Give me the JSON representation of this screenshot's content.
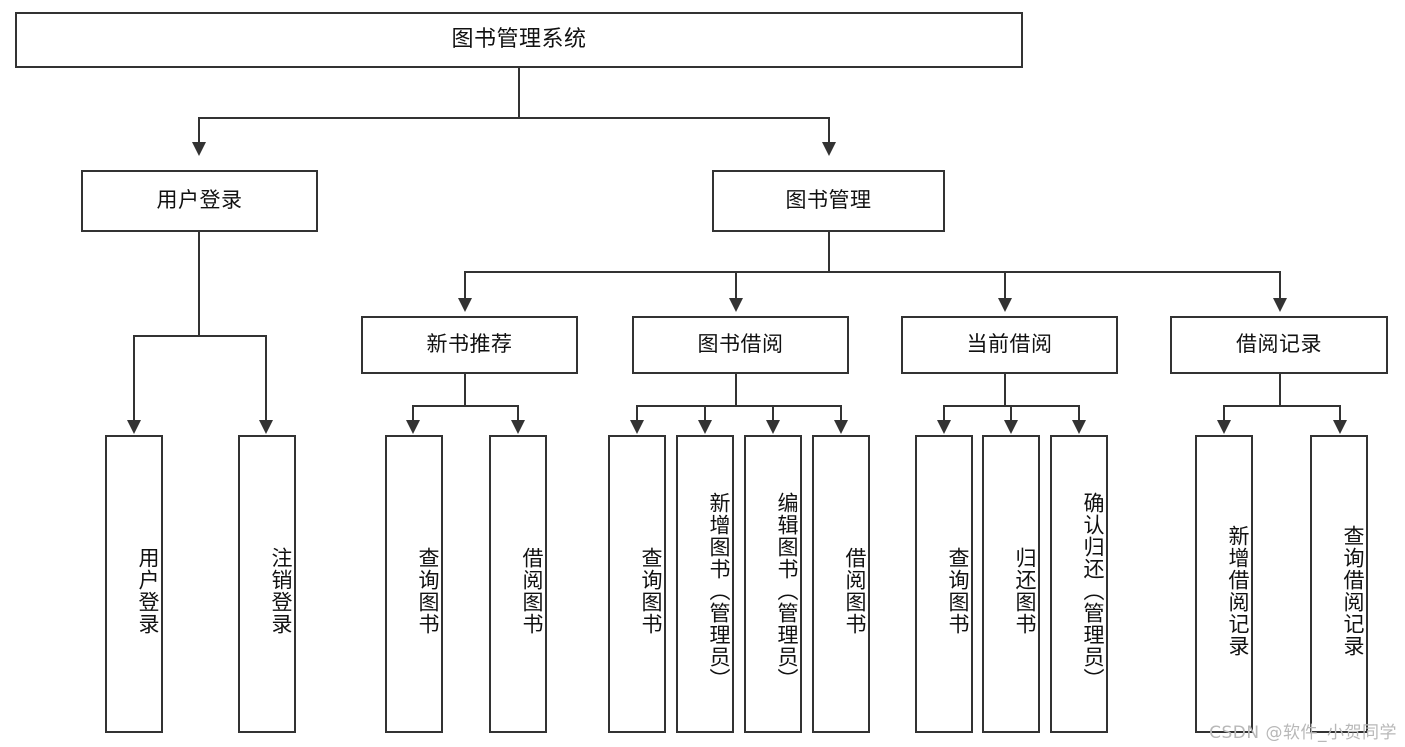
{
  "diagram": {
    "title": "图书管理系统",
    "type": "tree-hierarchy-chart",
    "root": {
      "label": "图书管理系统"
    },
    "level2": [
      {
        "label": "用户登录"
      },
      {
        "label": "图书管理"
      }
    ],
    "level3": [
      {
        "label": "新书推荐"
      },
      {
        "label": "图书借阅"
      },
      {
        "label": "当前借阅"
      },
      {
        "label": "借阅记录"
      }
    ],
    "leaves": {
      "user_login": [
        {
          "label": "用户登录"
        },
        {
          "label": "注销登录"
        }
      ],
      "new_book_recommend": [
        {
          "label": "查询图书"
        },
        {
          "label": "借阅图书"
        }
      ],
      "book_borrow": [
        {
          "label": "查询图书"
        },
        {
          "label": "新增图书（管理员）"
        },
        {
          "label": "编辑图书（管理员）"
        },
        {
          "label": "借阅图书"
        }
      ],
      "current_borrow": [
        {
          "label": "查询图书"
        },
        {
          "label": "归还图书"
        },
        {
          "label": "确认归还（管理员）"
        }
      ],
      "borrow_record": [
        {
          "label": "新增借阅记录"
        },
        {
          "label": "查询借阅记录"
        }
      ]
    }
  },
  "watermark": {
    "text": "CSDN @软件_小贺同学"
  },
  "colors": {
    "stroke": "#333333",
    "background": "#ffffff",
    "text": "#111111",
    "watermark": "#b8b8b8"
  }
}
